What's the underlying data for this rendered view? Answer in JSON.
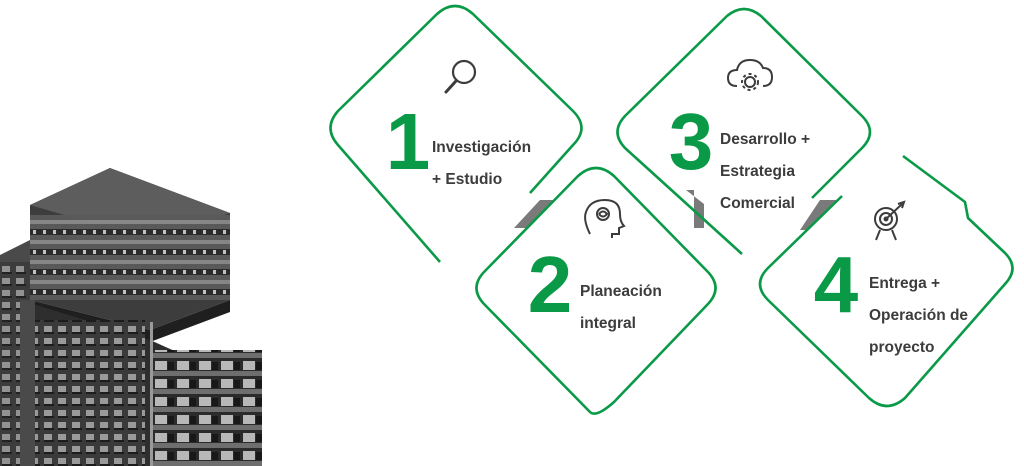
{
  "colors": {
    "accent": "#0a9a47",
    "shadow": "#7a7a7a",
    "text": "#3c3c3c"
  },
  "steps": [
    {
      "number": "1",
      "lines": [
        "Investigación",
        "+ Estudio"
      ],
      "icon": "magnifier-icon"
    },
    {
      "number": "2",
      "lines": [
        "Planeación",
        "integral"
      ],
      "icon": "brain-head-icon"
    },
    {
      "number": "3",
      "lines": [
        "Desarrollo +",
        "Estrategia",
        "Comercial"
      ],
      "icon": "cloud-gear-icon"
    },
    {
      "number": "4",
      "lines": [
        "Entrega +",
        "Operación de",
        "proyecto"
      ],
      "icon": "target-icon"
    }
  ]
}
